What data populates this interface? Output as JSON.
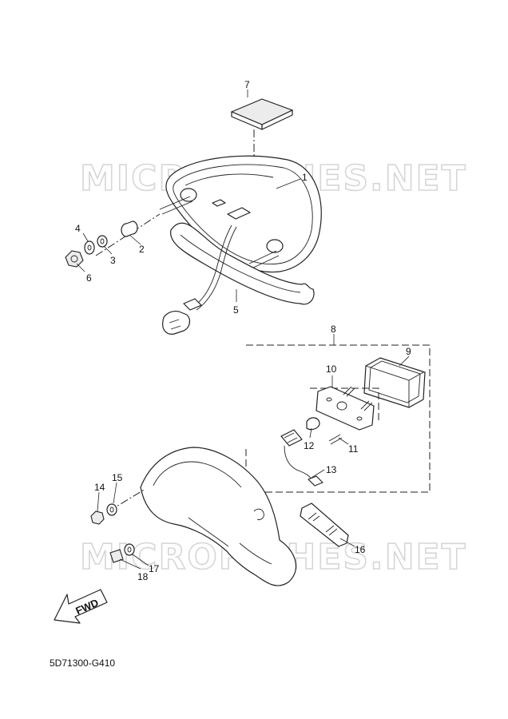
{
  "watermark": "MICROFICHES.NET",
  "diagram_code": "5D71300-G410",
  "fwd_label": "FWD",
  "callouts": [
    "1",
    "2",
    "3",
    "4",
    "5",
    "6",
    "7",
    "8",
    "9",
    "10",
    "11",
    "12",
    "13",
    "14",
    "15",
    "16",
    "17",
    "18"
  ]
}
